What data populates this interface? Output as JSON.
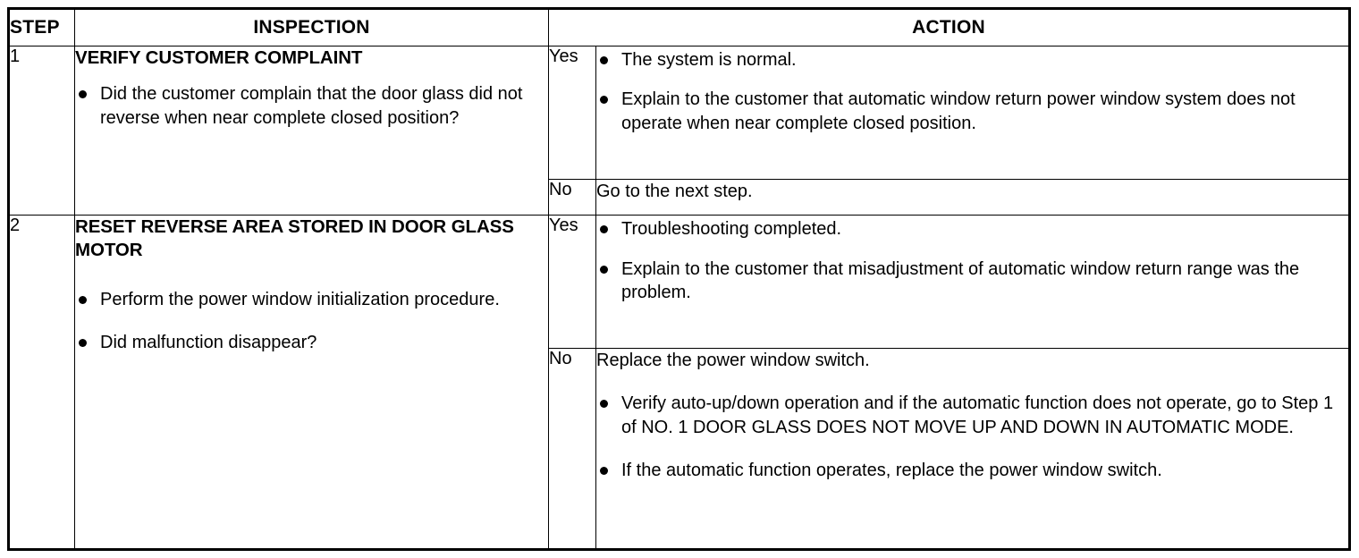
{
  "table": {
    "headers": {
      "step": "STEP",
      "inspection": "INSPECTION",
      "action": "ACTION"
    },
    "steps": [
      {
        "number": "1",
        "inspection": {
          "title": "VERIFY CUSTOMER COMPLAINT",
          "bullets": [
            "Did the customer complain that the door glass did not reverse when near complete closed position?"
          ]
        },
        "branches": [
          {
            "answer": "Yes",
            "lead": "",
            "bullets": [
              "The system is normal.",
              "Explain to the customer that automatic window return power window system does not operate when near complete closed position."
            ]
          },
          {
            "answer": "No",
            "lead": "Go to the next step.",
            "bullets": []
          }
        ]
      },
      {
        "number": "2",
        "inspection": {
          "title": "RESET REVERSE AREA STORED IN DOOR GLASS MOTOR",
          "bullets": [
            "Perform the power window initialization procedure.",
            "Did malfunction disappear?"
          ]
        },
        "branches": [
          {
            "answer": "Yes",
            "lead": "",
            "bullets": [
              "Troubleshooting completed.",
              "Explain to the customer that misadjustment of automatic window return range was the problem."
            ]
          },
          {
            "answer": "No",
            "lead": "Replace the power window switch.",
            "bullets": [
              "Verify auto-up/down operation and if the automatic function does not operate, go to Step 1 of NO. 1 DOOR GLASS DOES NOT MOVE UP AND DOWN IN AUTOMATIC MODE.",
              "If the automatic function operates, replace the power window switch."
            ]
          }
        ]
      }
    ]
  }
}
